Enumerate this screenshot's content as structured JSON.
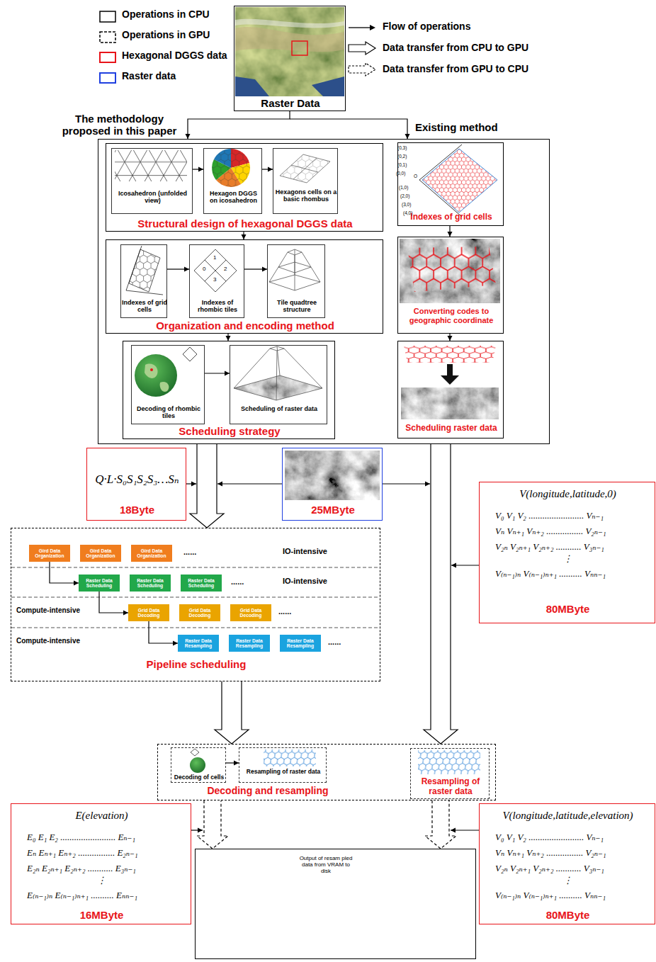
{
  "diagram": {
    "nodes": [
      {
        "text": [
          "Raster Data"
        ]
      },
      {
        "text": [
          "The methodology proposed in this paper",
          "Existing method"
        ]
      },
      {
        "text": [
          "Structural design of hexagonal DGGS data"
        ],
        "in": 1
      },
      {
        "text": [
          "Icosahedron (unfolded view)"
        ],
        "in": 2
      },
      {
        "text": [
          "Hexagon DGGS on icosahedron"
        ],
        "in": 2
      },
      {
        "text": [
          "Hexagons cells on a basic rhombus"
        ],
        "in": 2
      },
      {
        "text": [
          "Organization and encoding method"
        ],
        "in": 1
      },
      {
        "text": [
          "Indexes of grid cells"
        ],
        "in": 6
      },
      {
        "text": [
          "Indexes of rhombic tiles"
        ],
        "in": 6
      },
      {
        "text": [
          "Tile quadtree structure"
        ],
        "in": 6
      },
      {
        "text": [
          "Scheduling strategy"
        ],
        "in": 1
      },
      {
        "text": [
          "Decoding of rhombic tiles"
        ],
        "in": 10
      },
      {
        "text": [
          "Scheduling of raster data"
        ],
        "in": 10
      },
      {
        "text": [
          "Indexes of grid cells"
        ],
        "in": 1
      },
      {
        "text": [
          "Converting codes to geographic coordinate"
        ],
        "in": 1
      },
      {
        "text": [
          "Scheduling raster data"
        ],
        "in": 1
      },
      {
        "text": [
          "Q·L·S₀S₁S₂S₃…Sₙ",
          "18Byte"
        ]
      },
      {
        "text": [
          "25MByte"
        ]
      },
      {
        "text": [
          "V(longitude,latitude,0)",
          "V₀ V₁ V₂ ........................ Vₙ₋₁",
          "Vₙ Vₙ₊₁ Vₙ₊₂ ................ V₂ₙ₋₁",
          "V₂ₙ V₂ₙ₊₁ V₂ₙ₊₂ ........... V₃ₙ₋₁",
          "⋮",
          "V₍ₙ₋₁₎ₙ V₍ₙ₋₁₎ₙ₊₁ .......... Vₙₙ₋₁",
          "80MByte"
        ]
      },
      {
        "text": [
          "......",
          "IO-intensive",
          "......",
          "IO-intensive",
          "Compute-intensive",
          "......",
          "Compute-intensive",
          "......",
          "Pipeline scheduling"
        ]
      },
      {
        "text": [
          "Gird Data Organization"
        ],
        "in": 19
      },
      {
        "text": [
          "Gird Data Organization"
        ],
        "in": 19
      },
      {
        "text": [
          "Gird Data Organization"
        ],
        "in": 19
      },
      {
        "text": [
          "Raster Data Scheduling"
        ],
        "in": 19
      },
      {
        "text": [
          "Raster Data Scheduling"
        ],
        "in": 19
      },
      {
        "text": [
          "Raster Data Scheduling"
        ],
        "in": 19
      },
      {
        "text": [
          "Grid Data Decoding"
        ],
        "in": 19
      },
      {
        "text": [
          "Grid Data Decoding"
        ],
        "in": 19
      },
      {
        "text": [
          "Grid Data Decoding"
        ],
        "in": 19
      },
      {
        "text": [
          "Raster Data Resampling"
        ],
        "in": 19
      },
      {
        "text": [
          "Raster Data Resampling"
        ],
        "in": 19
      },
      {
        "text": [
          "Raster Data Resampling"
        ],
        "in": 19
      },
      {
        "text": [
          "Decoding and resampling"
        ]
      },
      {
        "text": [
          "Decoding of cells"
        ],
        "in": 32
      },
      {
        "text": [
          "Resampling of raster data"
        ],
        "in": 32
      },
      {
        "text": [
          "Resampling of raster data"
        ],
        "in": 32
      },
      {
        "text": [
          "E(elevation)",
          "E₀ E₁ E₂ ........................ Eₙ₋₁",
          "Eₙ Eₙ₊₁ Eₙ₊₂ ................ E₂ₙ₋₁",
          "E₂ₙ E₂ₙ₊₁ E₂ₙ₊₂ ........... E₃ₙ₋₁",
          "⋮",
          "E₍ₙ₋₁₎ₙ E₍ₙ₋₁₎ₙ₊₁ .......... Eₙₙ₋₁",
          "16MByte"
        ]
      },
      {
        "text": [
          "V(longitude,latitude,elevation)",
          "V₀ V₁ V₂ ........................ Vₙ₋₁",
          "Vₙ Vₙ₊₁ Vₙ₊₂ ................ V₂ₙ₋₁",
          "V₂ₙ V₂ₙ₊₁ V₂ₙ₊₂ ........... V₃ₙ₋₁",
          "⋮",
          "V₍ₙ₋₁₎ₙ V₍ₙ₋₁₎ₙ₊₁ .......... Vₙₙ₋₁",
          "80MByte"
        ]
      },
      {
        "text": [
          "Output of resam pled data from VRAM to disk"
        ]
      }
    ],
    "edges": [
      {
        "from": 0,
        "to": 1,
        "arrow": "to"
      },
      {
        "from": 3,
        "to": 4,
        "arrow": "to"
      },
      {
        "from": 4,
        "to": 5,
        "arrow": "to"
      },
      {
        "from": 2,
        "to": 6,
        "arrow": "to"
      },
      {
        "from": 7,
        "to": 8,
        "arrow": "to"
      },
      {
        "from": 8,
        "to": 9,
        "arrow": "to"
      },
      {
        "from": 6,
        "to": 10,
        "arrow": "to"
      },
      {
        "from": 11,
        "to": 12,
        "arrow": "to"
      },
      {
        "from": 13,
        "to": 14,
        "arrow": "to"
      },
      {
        "from": 14,
        "to": 15,
        "arrow": "to"
      },
      {
        "from": 1,
        "to": 19,
        "arrow": "to"
      },
      {
        "from": 16,
        "to": 19,
        "arrow": "to"
      },
      {
        "from": 17,
        "to": 19,
        "arrow": "to"
      },
      {
        "from": 17,
        "to": 32,
        "arrow": "to"
      },
      {
        "from": 1,
        "to": 32,
        "arrow": "to"
      },
      {
        "from": 18,
        "to": 32,
        "arrow": "to"
      },
      {
        "from": 20,
        "to": 23,
        "arrow": "to"
      },
      {
        "from": 23,
        "to": 26,
        "arrow": "to"
      },
      {
        "from": 26,
        "to": 29,
        "arrow": "to"
      },
      {
        "from": 19,
        "to": 32,
        "arrow": "to"
      },
      {
        "from": 33,
        "to": 34,
        "arrow": "to"
      },
      {
        "from": 32,
        "to": 38,
        "arrow": "to"
      },
      {
        "from": 32,
        "to": 38,
        "arrow": "to"
      },
      {
        "from": 36,
        "to": 38,
        "arrow": "to"
      },
      {
        "from": 37,
        "to": 38,
        "arrow": "to"
      }
    ],
    "labels": [
      "(0,3)",
      "(0,2)",
      "(0,1)",
      "(0,0)",
      "O",
      "(1,0)",
      "(2,0)",
      "(3,0)",
      "(4,0)",
      "0",
      "1",
      "2",
      "3"
    ],
    "legend": [
      {
        "text": "Operations in CPU"
      },
      {
        "text": "Operations in GPU"
      },
      {
        "text": "Hexagonal DGGS data",
        "color": "#e8141a"
      },
      {
        "text": "Raster data",
        "color": "#2040e0"
      },
      {
        "text": "Flow of operations"
      },
      {
        "text": "Data transfer from CPU to GPU"
      },
      {
        "text": "Data transfer from GPU to CPU"
      }
    ]
  }
}
